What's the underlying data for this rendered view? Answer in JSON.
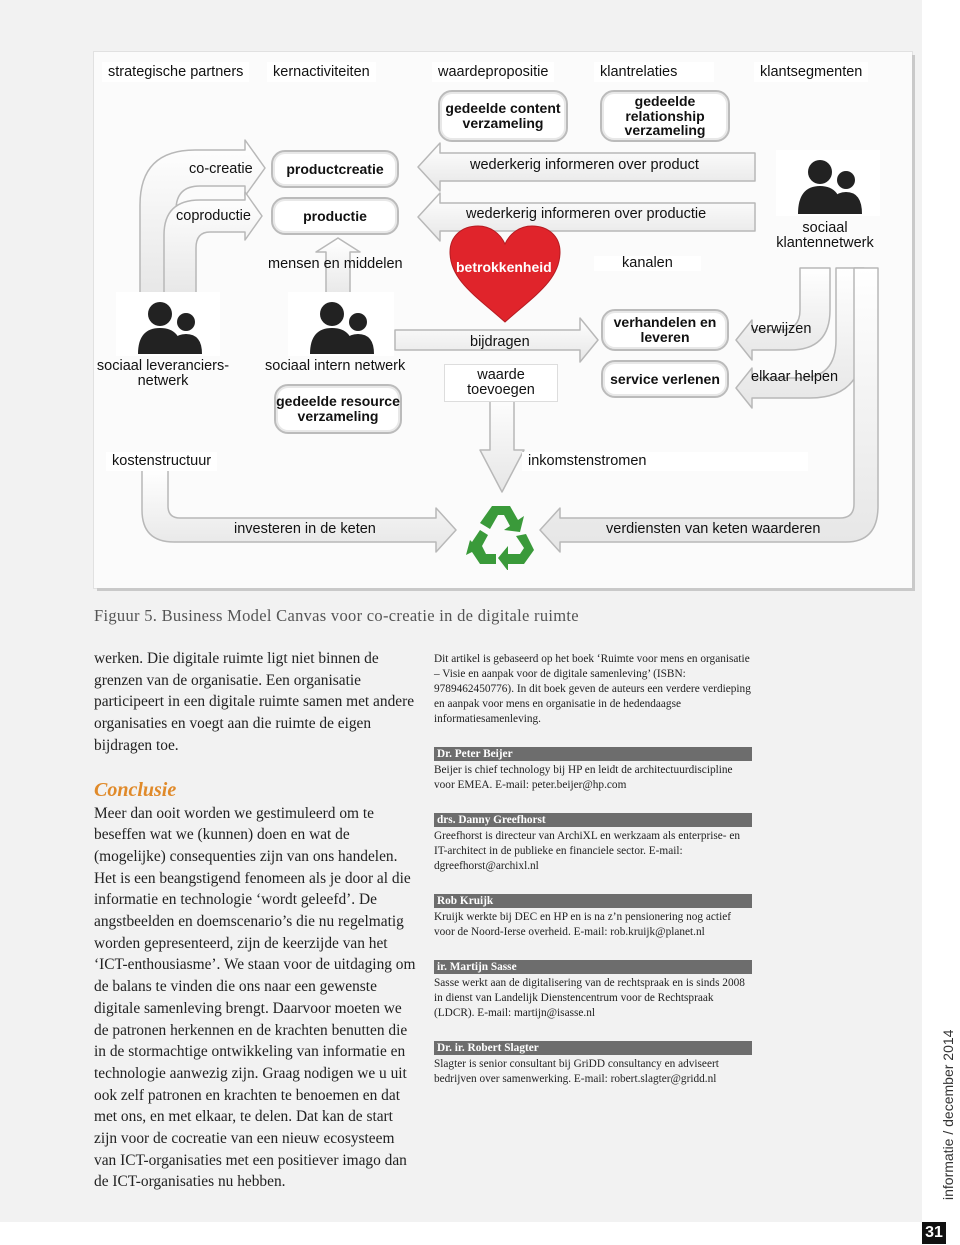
{
  "diagram": {
    "headers": {
      "partners": "strategische partners",
      "activities": "kernactiviteiten",
      "value": "waardepropositie",
      "relations": "klantrelaties",
      "segments": "klantsegmenten"
    },
    "pills": {
      "content": "gedeelde content verzameling",
      "relationship": "gedeelde relationship verzameling",
      "productcreatie": "productcreatie",
      "productie": "productie",
      "resource": "gedeelde resource verzameling",
      "verhandelen": "verhandelen en leveren",
      "service": "service verlenen"
    },
    "labels": {
      "cocreatie": "co-creatie",
      "coproductie": "coproductie",
      "inform_product": "wederkerig informeren over product",
      "inform_productie": "wederkerig informeren over productie",
      "mensen": "mensen en middelen",
      "betrokkenheid": "betrokkenheid",
      "kanalen": "kanalen",
      "klantennetwerk": "sociaal klantennetwerk",
      "leveranciers": "sociaal leveranciers-netwerk",
      "intern": "sociaal intern netwerk",
      "bijdragen": "bijdragen",
      "waarde": "waarde toevoegen",
      "verwijzen": "verwijzen",
      "helpen": "elkaar helpen",
      "kosten": "kostenstructuur",
      "inkomsten": "inkomstenstromen",
      "investeren": "investeren in de keten",
      "verdiensten": "verdiensten van keten waarderen"
    },
    "colors": {
      "heart": "#e0242b",
      "recycle": "#3a9a3a"
    },
    "icons": [
      "people-icon",
      "heart-icon",
      "recycle-icon"
    ]
  },
  "caption": "Figuur 5. Business Model Canvas voor co-creatie in de digitale ruimte",
  "body": {
    "intro": "werken. Die digitale ruimte ligt niet binnen de grenzen van de organisatie. Een organisatie participeert in een digitale ruimte samen met andere organisaties en voegt aan die ruimte de eigen bijdragen toe.",
    "heading": "Conclusie",
    "conclusion": "Meer dan ooit worden we gestimuleerd om te beseffen wat we (kunnen) doen en wat de (mogelijke) consequenties zijn van ons handelen. Het is een beangstigend fenomeen als je door al die informatie en technologie ‘wordt geleefd’. De angstbeelden en doemscenario’s die nu regelmatig worden gepresenteerd, zijn de keerzijde van het ‘ICT-enthousiasme’. We staan voor de uitdaging om de balans te vinden die ons naar een gewenste digitale samenleving brengt. Daarvoor moeten we de patronen herkennen en de krachten benutten die in de stormachtige ontwikkeling van informatie en technologie aanwezig zijn. Graag nodigen we u uit ook zelf patronen en krachten te benoemen en dat met ons, en met elkaar, te delen. Dat kan de start zijn voor de cocreatie van een nieuw ecosysteem van ICT-organisaties met een positiever imago dan de ICT-organisaties nu hebben."
  },
  "sidebar": {
    "note": "Dit artikel is gebaseerd op het boek ‘Ruimte voor mens en organisatie – Visie en aanpak voor de digitale samenleving’ (ISBN: 9789462450776). In dit boek geven de auteurs een verdere verdieping en aanpak voor mens en organisatie in de hedendaagse informatiesamenleving.",
    "authors": [
      {
        "name": "Dr. Peter Beijer",
        "bio": "Beijer is chief technology bij HP en leidt de architectuurdiscipline voor EMEA. E-mail: peter.beijer@hp.com"
      },
      {
        "name": "drs. Danny Greefhorst",
        "bio": "Greefhorst is directeur van ArchiXL en werkzaam als enterprise- en IT-architect in de publieke en financiele sector. E-mail: dgreefhorst@archixl.nl"
      },
      {
        "name": "Rob Kruijk",
        "bio": "Kruijk werkte bij DEC en HP en is na z’n pensionering nog actief voor de Noord-Ierse overheid. E-mail: rob.kruijk@planet.nl"
      },
      {
        "name": "ir. Martijn Sasse",
        "bio": "Sasse werkt aan de digitalisering van de rechtspraak en is sinds 2008 in dienst van Landelijk Dienstencentrum voor de Rechtspraak (LDCR). E-mail: martijn@isasse.nl"
      },
      {
        "name": "Dr. ir. Robert Slagter",
        "bio": "Slagter is senior consultant bij GriDD consultancy en adviseert bedrijven over samenwerking. E-mail: robert.slagter@gridd.nl"
      }
    ]
  },
  "footer": {
    "journal": "informatie / december 2014",
    "page": "31"
  }
}
